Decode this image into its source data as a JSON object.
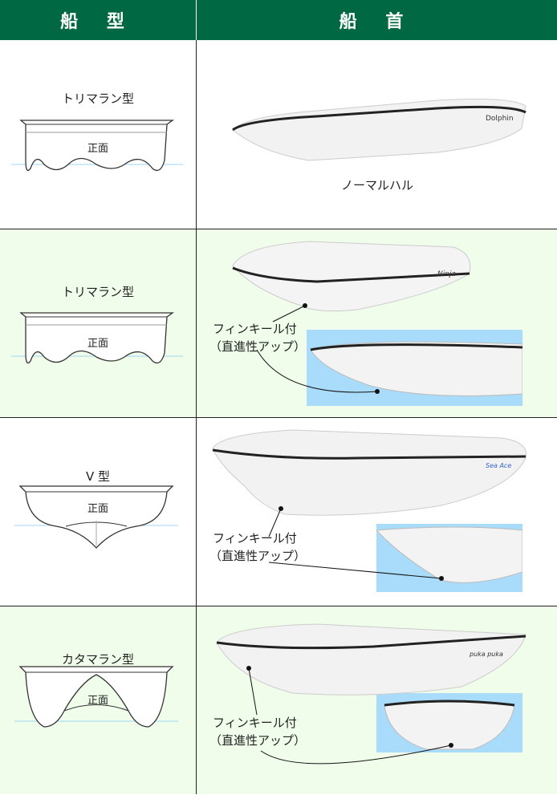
{
  "header": {
    "col_hull_type": "船 型",
    "col_bow": "船 首"
  },
  "rows": [
    {
      "hull_type": "トリマラン型",
      "view_label": "正面",
      "bow_label": "ノーマルハル",
      "boat_name": "Dolphin"
    },
    {
      "hull_type": "トリマラン型",
      "view_label": "正面",
      "bow_label_1": "フィンキール付",
      "bow_label_2": "（直進性アップ）",
      "boat_name": "Ninja"
    },
    {
      "hull_type": "V 型",
      "view_label": "正面",
      "bow_label_1": "フィンキール付",
      "bow_label_2": "（直進性アップ）",
      "boat_name": "Sea Ace"
    },
    {
      "hull_type": "カタマラン型",
      "view_label": "正面",
      "bow_label_1": "フィンキール付",
      "bow_label_2": "（直進性アップ）",
      "boat_name": "puka puka"
    }
  ],
  "colors": {
    "header": "#006843",
    "alt_row": "#effdea",
    "water": "#a9dcfb"
  }
}
